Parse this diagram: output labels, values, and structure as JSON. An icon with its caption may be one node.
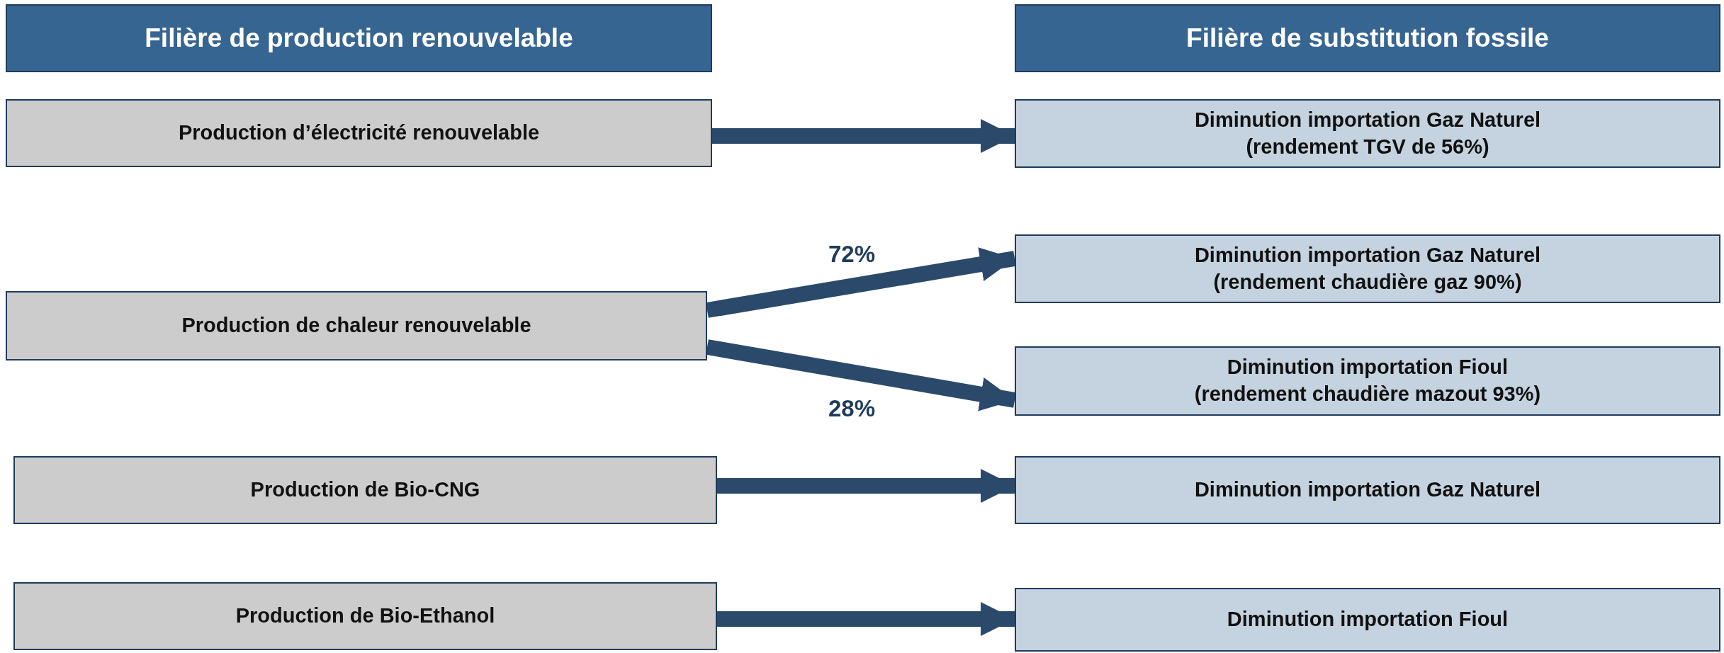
{
  "diagram": {
    "nodes": [
      {
        "text": [
          "Filière de production renouvelable"
        ]
      },
      {
        "text": [
          "Filière de substitution fossile"
        ]
      },
      {
        "text": [
          "Production d’électricité renouvelable"
        ]
      },
      {
        "text": [
          "Diminution importation Gaz Naturel",
          "(rendement TGV de 56%)"
        ]
      },
      {
        "text": [
          "Production de chaleur renouvelable"
        ]
      },
      {
        "text": [
          "Diminution importation Gaz Naturel",
          "(rendement chaudière gaz 90%)"
        ]
      },
      {
        "text": [
          "Diminution importation Fioul",
          "(rendement chaudière mazout 93%)"
        ]
      },
      {
        "text": [
          "Production de Bio-CNG"
        ]
      },
      {
        "text": [
          "Diminution importation Gaz Naturel"
        ]
      },
      {
        "text": [
          "Production de Bio-Ethanol"
        ]
      },
      {
        "text": [
          "Diminution importation Fioul"
        ]
      }
    ],
    "edges": [
      {
        "from": 2,
        "to": 3,
        "arrow": "to"
      },
      {
        "from": 4,
        "to": 5,
        "arrow": "to",
        "label": "72%"
      },
      {
        "from": 4,
        "to": 6,
        "arrow": "to",
        "label": "28%"
      },
      {
        "from": 7,
        "to": 8,
        "arrow": "to"
      },
      {
        "from": 9,
        "to": 10,
        "arrow": "to"
      }
    ]
  }
}
